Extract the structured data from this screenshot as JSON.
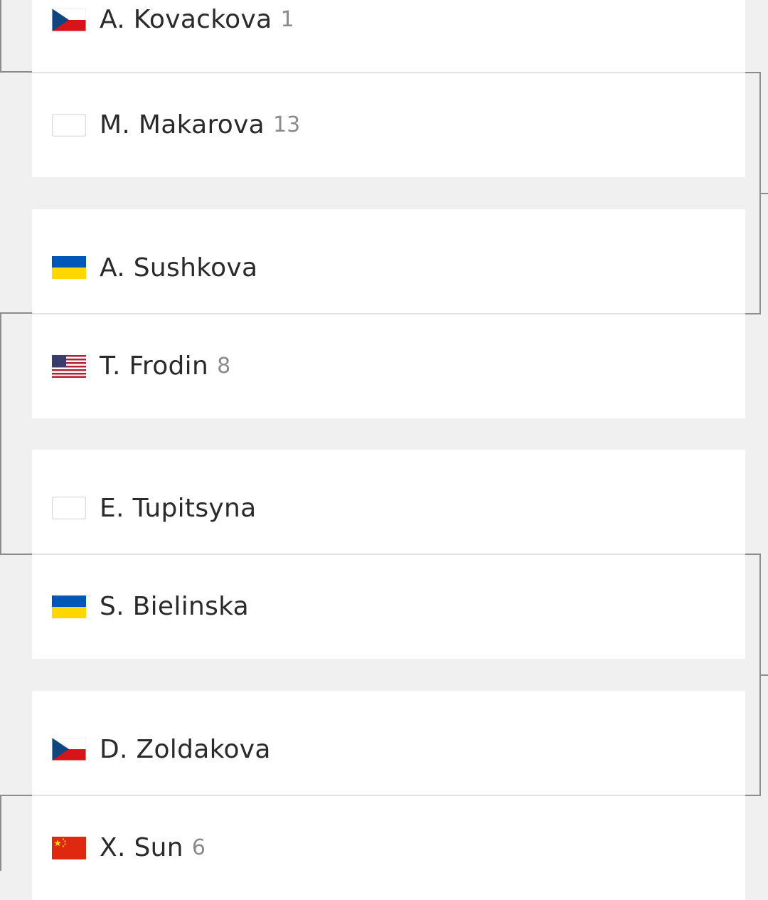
{
  "match_cards": [
    {
      "players": [
        {
          "name": "A. Kovackova",
          "seed": "1",
          "flag": "czech-flag-icon"
        },
        {
          "name": "M. Makarova",
          "seed": "13",
          "flag": "blank-flag-icon"
        }
      ]
    },
    {
      "players": [
        {
          "name": "A. Sushkova",
          "seed": "",
          "flag": "ukraine-flag-icon"
        },
        {
          "name": "T. Frodin",
          "seed": "8",
          "flag": "usa-flag-icon"
        }
      ]
    },
    {
      "players": [
        {
          "name": "E. Tupitsyna",
          "seed": "",
          "flag": "blank-flag-icon"
        },
        {
          "name": "S. Bielinska",
          "seed": "",
          "flag": "ukraine-flag-icon"
        }
      ]
    },
    {
      "players": [
        {
          "name": "D. Zoldakova",
          "seed": "",
          "flag": "czech-flag-icon"
        },
        {
          "name": "X. Sun",
          "seed": "6",
          "flag": "china-flag-icon"
        }
      ]
    }
  ],
  "colors": {
    "page_background": "#f0f0f0",
    "card_background": "#ffffff",
    "name_text": "#2a2a2a",
    "seed_text": "#8a8a8a",
    "bracket_line": "#8c8c8c"
  }
}
